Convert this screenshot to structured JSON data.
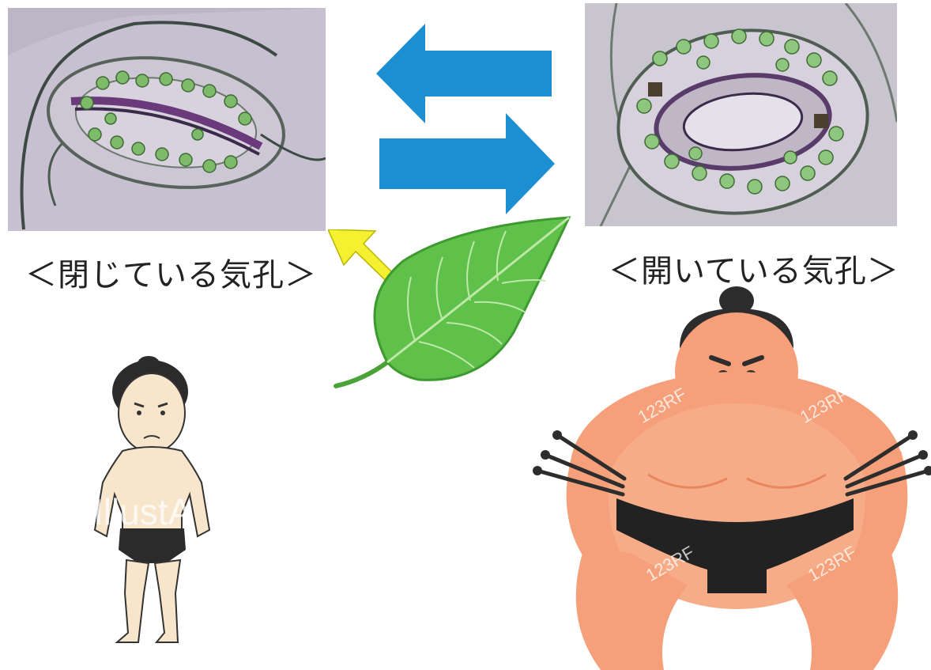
{
  "captions": {
    "closed": "＜閉じている気孔＞",
    "open": "＜開いている気孔＞"
  },
  "watermarks": {
    "small_figure": "IllustA",
    "sumo_1": "123RF",
    "sumo_2": "123RF",
    "sumo_3": "123RF",
    "sumo_4": "123RF"
  },
  "colors": {
    "arrow_blue": "#1b8fd2",
    "arrow_yellow": "#f4f230",
    "leaf_green": "#5fc04a",
    "sumo_skin": "#f5a07a",
    "mawashi": "#222222"
  },
  "icons": {
    "arrow_left": "left-arrow-icon",
    "arrow_right": "right-arrow-icon",
    "arrow_up_left": "up-left-arrow-icon",
    "leaf": "leaf-icon"
  }
}
